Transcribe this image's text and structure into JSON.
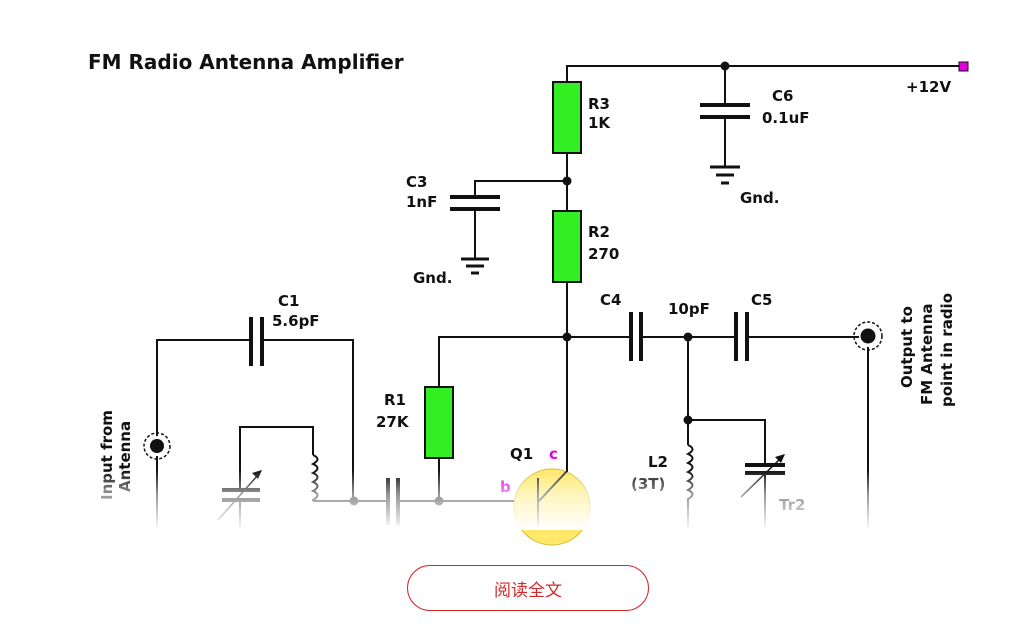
{
  "title": "FM Radio Antenna Amplifier",
  "colors": {
    "resistor_fill": "#33ee22",
    "transistor_fill": "#ffe86a",
    "supply_terminal": "#e000e0",
    "pin_label": "#e000e0",
    "button_accent": "#d22a2a"
  },
  "components": {
    "r3": {
      "name": "R3",
      "value": "1K"
    },
    "r2": {
      "name": "R2",
      "value": "270"
    },
    "r1": {
      "name": "R1",
      "value": "27K"
    },
    "c1": {
      "name": "C1",
      "value": "5.6pF"
    },
    "c3": {
      "name": "C3",
      "value": "1nF"
    },
    "c4": {
      "name": "C4"
    },
    "c4c5_value": "10pF",
    "c5": {
      "name": "C5"
    },
    "c6": {
      "name": "C6",
      "value": "0.1uF"
    },
    "l2": {
      "name": "L2",
      "value": "(3T)"
    },
    "tr2": {
      "name": "Tr2"
    },
    "q1": {
      "name": "Q1",
      "collector": "c",
      "base": "b"
    }
  },
  "labels": {
    "supply": "+12V",
    "gnd_c6": "Gnd.",
    "gnd_c3": "Gnd.",
    "input_line1": "Input from",
    "input_line2": "Antenna",
    "output_line1": "Output to",
    "output_line2": "FM Antenna",
    "output_line3": "point in radio"
  },
  "read_more": {
    "label": "阅读全文"
  }
}
